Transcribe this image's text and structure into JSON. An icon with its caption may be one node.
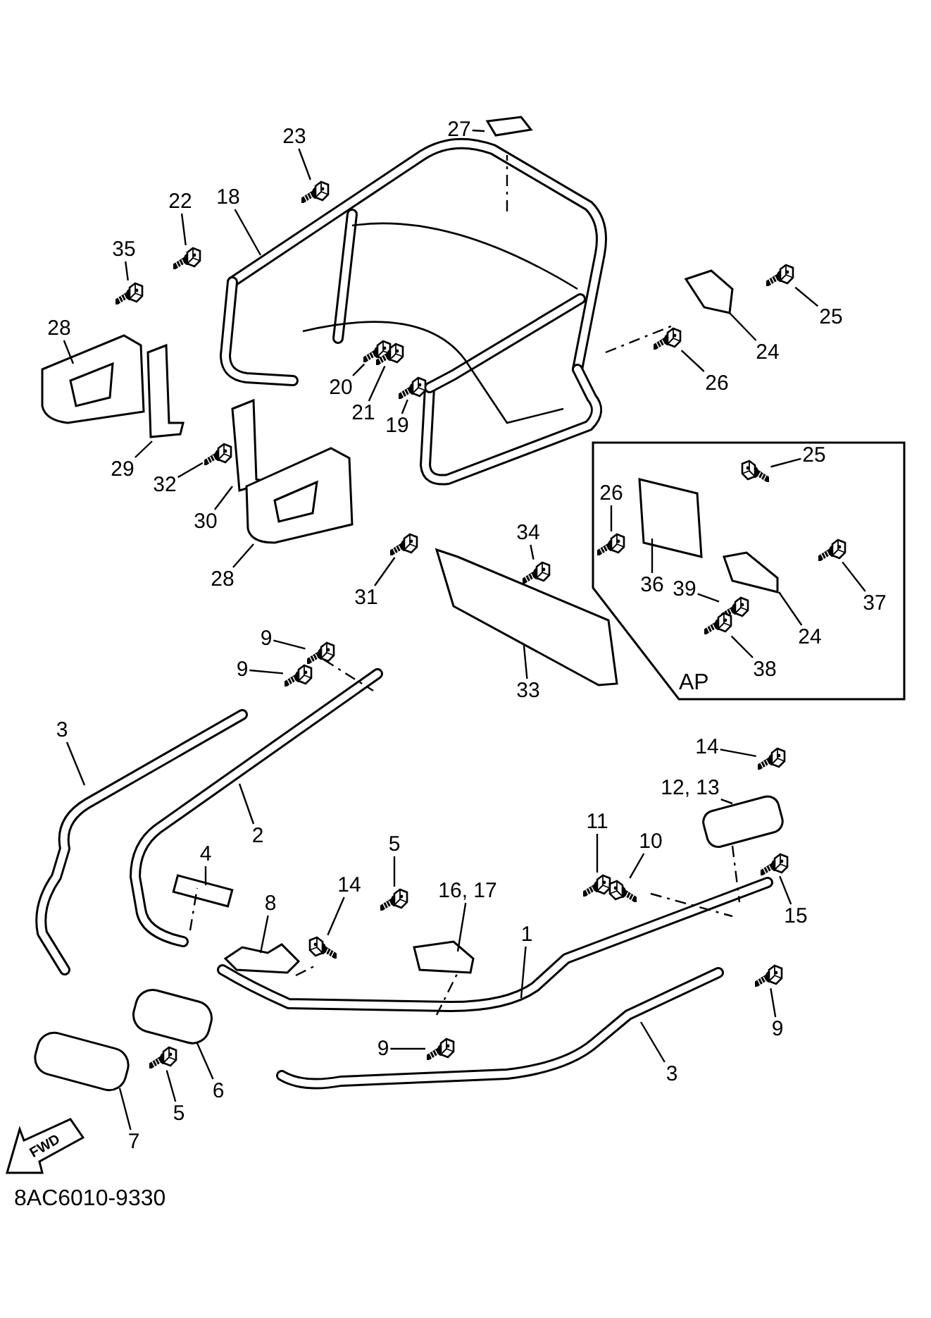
{
  "diagram": {
    "nodes": [
      {
        "text": [
          "AP"
        ]
      },
      {
        "text": [
          "23"
        ]
      },
      {
        "text": [
          "27"
        ]
      },
      {
        "text": [
          "18"
        ]
      },
      {
        "text": [
          "22"
        ]
      },
      {
        "text": [
          "35"
        ]
      },
      {
        "text": [
          "25"
        ]
      },
      {
        "text": [
          "24"
        ]
      },
      {
        "text": [
          "26"
        ]
      },
      {
        "text": [
          "28"
        ]
      },
      {
        "text": [
          "20"
        ]
      },
      {
        "text": [
          "21"
        ]
      },
      {
        "text": [
          "19"
        ]
      },
      {
        "text": [
          "29"
        ]
      },
      {
        "text": [
          "32"
        ]
      },
      {
        "text": [
          "30"
        ]
      },
      {
        "text": [
          "28"
        ]
      },
      {
        "text": [
          "31"
        ]
      },
      {
        "text": [
          "25"
        ],
        "in": 0
      },
      {
        "text": [
          "26"
        ],
        "in": 0
      },
      {
        "text": [
          "36"
        ],
        "in": 0
      },
      {
        "text": [
          "37"
        ],
        "in": 0
      },
      {
        "text": [
          "39"
        ],
        "in": 0
      },
      {
        "text": [
          "24"
        ],
        "in": 0
      },
      {
        "text": [
          "38"
        ],
        "in": 0
      },
      {
        "text": [
          "34"
        ]
      },
      {
        "text": [
          "33"
        ]
      },
      {
        "text": [
          "9"
        ]
      },
      {
        "text": [
          "9"
        ]
      },
      {
        "text": [
          "3"
        ]
      },
      {
        "text": [
          "2"
        ]
      },
      {
        "text": [
          "14"
        ]
      },
      {
        "text": [
          "12, 13"
        ]
      },
      {
        "text": [
          "4"
        ]
      },
      {
        "text": [
          "5"
        ]
      },
      {
        "text": [
          "16, 17"
        ]
      },
      {
        "text": [
          "11"
        ]
      },
      {
        "text": [
          "10"
        ]
      },
      {
        "text": [
          "8"
        ]
      },
      {
        "text": [
          "14"
        ]
      },
      {
        "text": [
          "15"
        ]
      },
      {
        "text": [
          "1"
        ]
      },
      {
        "text": [
          "9"
        ]
      },
      {
        "text": [
          "9"
        ]
      },
      {
        "text": [
          "3"
        ]
      },
      {
        "text": [
          "6"
        ]
      },
      {
        "text": [
          "5"
        ]
      },
      {
        "text": [
          "7"
        ]
      },
      {
        "text": [
          "FWD"
        ]
      },
      {
        "text": [],
        "shape": "picture"
      },
      {
        "text": [],
        "shape": "picture"
      },
      {
        "text": [],
        "shape": "picture"
      },
      {
        "text": [],
        "shape": "picture"
      },
      {
        "text": [],
        "shape": "picture"
      },
      {
        "text": [],
        "shape": "picture"
      },
      {
        "text": [],
        "shape": "picture"
      },
      {
        "text": [],
        "shape": "picture"
      },
      {
        "text": [],
        "shape": "picture"
      },
      {
        "text": [],
        "shape": "picture"
      },
      {
        "text": [],
        "shape": "picture",
        "in": 0
      },
      {
        "text": [],
        "shape": "picture",
        "in": 0
      },
      {
        "text": [],
        "shape": "picture",
        "in": 0
      },
      {
        "text": [],
        "shape": "picture",
        "in": 0
      },
      {
        "text": [],
        "shape": "picture",
        "in": 0
      },
      {
        "text": [],
        "shape": "picture"
      },
      {
        "text": [],
        "shape": "picture"
      },
      {
        "text": [],
        "shape": "picture"
      },
      {
        "text": [],
        "shape": "picture"
      },
      {
        "text": [],
        "shape": "picture"
      },
      {
        "text": [],
        "shape": "picture"
      },
      {
        "text": [],
        "shape": "picture"
      },
      {
        "text": [],
        "shape": "picture"
      },
      {
        "text": [],
        "shape": "picture"
      },
      {
        "text": [],
        "shape": "picture"
      },
      {
        "text": [],
        "shape": "picture"
      },
      {
        "text": [],
        "shape": "picture"
      }
    ],
    "edges": [
      {
        "from": 1,
        "to": 49,
        "arrow": "none"
      },
      {
        "from": 2,
        "to": null,
        "arrow": "none"
      },
      {
        "from": 3,
        "to": null,
        "arrow": "none"
      },
      {
        "from": 4,
        "to": 50,
        "arrow": "none"
      },
      {
        "from": 5,
        "to": 51,
        "arrow": "none"
      },
      {
        "from": 6,
        "to": 52,
        "arrow": "none"
      },
      {
        "from": 7,
        "to": null,
        "arrow": "none"
      },
      {
        "from": 8,
        "to": 53,
        "arrow": "none"
      },
      {
        "from": 9,
        "to": null,
        "arrow": "none"
      },
      {
        "from": 10,
        "to": 54,
        "arrow": "none"
      },
      {
        "from": 11,
        "to": 55,
        "arrow": "none"
      },
      {
        "from": 12,
        "to": 56,
        "arrow": "none"
      },
      {
        "from": 13,
        "to": null,
        "arrow": "none"
      },
      {
        "from": 14,
        "to": 57,
        "arrow": "none"
      },
      {
        "from": 15,
        "to": null,
        "arrow": "none"
      },
      {
        "from": 16,
        "to": null,
        "arrow": "none"
      },
      {
        "from": 17,
        "to": 58,
        "arrow": "none"
      },
      {
        "from": 18,
        "to": 59,
        "arrow": "none"
      },
      {
        "from": 19,
        "to": 60,
        "arrow": "none"
      },
      {
        "from": 20,
        "to": null,
        "arrow": "none"
      },
      {
        "from": 21,
        "to": 61,
        "arrow": "none"
      },
      {
        "from": 22,
        "to": 62,
        "arrow": "none"
      },
      {
        "from": 23,
        "to": null,
        "arrow": "none"
      },
      {
        "from": 24,
        "to": 63,
        "arrow": "none"
      },
      {
        "from": 25,
        "to": 64,
        "arrow": "none"
      },
      {
        "from": 26,
        "to": null,
        "arrow": "none"
      },
      {
        "from": 27,
        "to": 65,
        "arrow": "none"
      },
      {
        "from": 28,
        "to": 66,
        "arrow": "none"
      },
      {
        "from": 29,
        "to": null,
        "arrow": "none"
      },
      {
        "from": 30,
        "to": null,
        "arrow": "none"
      },
      {
        "from": 31,
        "to": 67,
        "arrow": "none"
      },
      {
        "from": 32,
        "to": null,
        "arrow": "none"
      },
      {
        "from": 33,
        "to": null,
        "arrow": "none"
      },
      {
        "from": 34,
        "to": 68,
        "arrow": "none"
      },
      {
        "from": 35,
        "to": null,
        "arrow": "none"
      },
      {
        "from": 36,
        "to": 69,
        "arrow": "none"
      },
      {
        "from": 37,
        "to": 70,
        "arrow": "none"
      },
      {
        "from": 38,
        "to": null,
        "arrow": "none"
      },
      {
        "from": 39,
        "to": 71,
        "arrow": "none"
      },
      {
        "from": 40,
        "to": 72,
        "arrow": "none"
      },
      {
        "from": 41,
        "to": null,
        "arrow": "none"
      },
      {
        "from": 42,
        "to": 73,
        "arrow": "none"
      },
      {
        "from": 43,
        "to": 74,
        "arrow": "none"
      },
      {
        "from": 44,
        "to": null,
        "arrow": "none"
      },
      {
        "from": 45,
        "to": null,
        "arrow": "none"
      },
      {
        "from": 46,
        "to": 75,
        "arrow": "none"
      },
      {
        "from": 47,
        "to": null,
        "arrow": "none"
      }
    ],
    "labels": [
      "8AC6010-9330"
    ]
  }
}
